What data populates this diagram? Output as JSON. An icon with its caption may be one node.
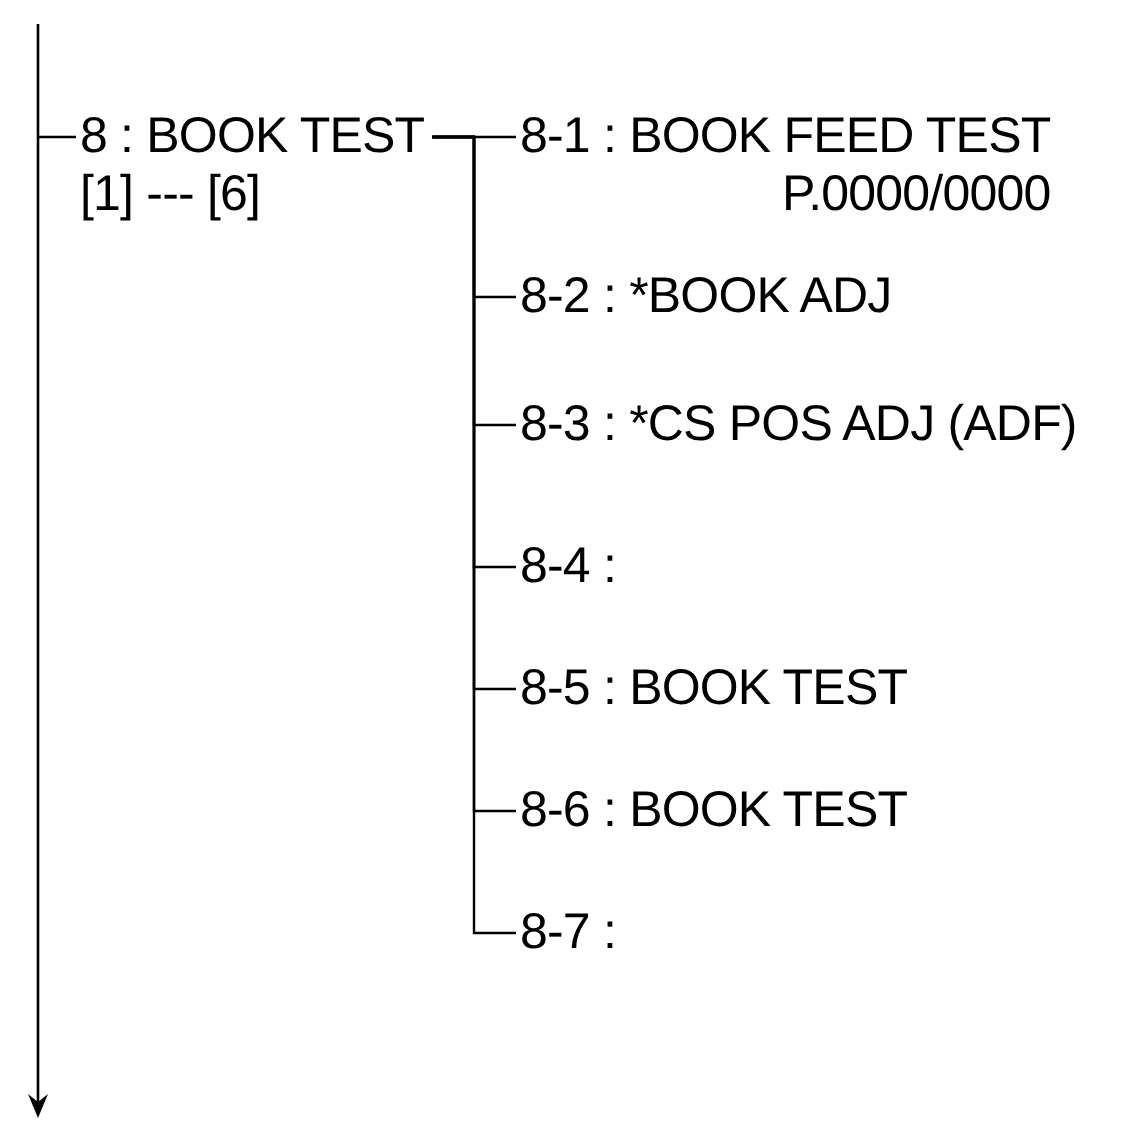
{
  "diagram": {
    "nodes": [
      {
        "text": [
          "8 : BOOK TEST",
          "[1] --- [6]"
        ]
      },
      {
        "text": [
          "8-1 : BOOK FEED TEST",
          "P.0000/0000"
        ]
      },
      {
        "text": [
          "8-2 : *BOOK ADJ"
        ]
      },
      {
        "text": [
          "8-3 : *CS POS ADJ (ADF)"
        ]
      },
      {
        "text": [
          "8-4 :"
        ]
      },
      {
        "text": [
          "8-5 : BOOK TEST"
        ]
      },
      {
        "text": [
          "8-6 : BOOK TEST"
        ]
      },
      {
        "text": [
          "8-7 :"
        ]
      }
    ],
    "edges": [
      {
        "from": null,
        "to": 0,
        "arrow": "none"
      },
      {
        "from": 0,
        "to": 1,
        "arrow": "none"
      },
      {
        "from": 0,
        "to": 2,
        "arrow": "none"
      },
      {
        "from": 0,
        "to": 3,
        "arrow": "none"
      },
      {
        "from": 0,
        "to": 4,
        "arrow": "none"
      },
      {
        "from": 0,
        "to": 5,
        "arrow": "none"
      },
      {
        "from": 0,
        "to": 6,
        "arrow": "none"
      },
      {
        "from": 0,
        "to": 7,
        "arrow": "none"
      }
    ]
  }
}
